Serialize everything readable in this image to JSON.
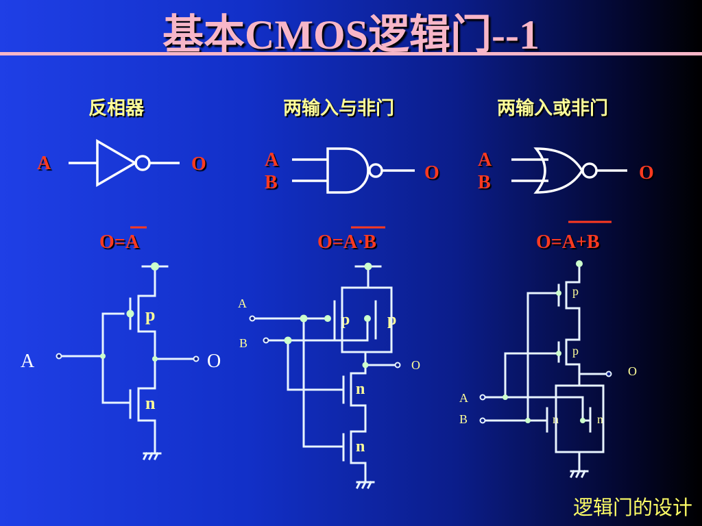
{
  "title": "基本CMOS逻辑门--1",
  "footer": "逻辑门的设计",
  "inverter": {
    "heading": "反相器",
    "in": "A",
    "out": "O",
    "equation": "O=A",
    "circuit": {
      "in": "A",
      "out": "O",
      "pmos": "p",
      "nmos": "n"
    }
  },
  "nand": {
    "heading": "两输入与非门",
    "in_a": "A",
    "in_b": "B",
    "out": "O",
    "equation": "O=A·B",
    "circuit": {
      "in_a": "A",
      "in_b": "B",
      "out": "O",
      "pmos1": "p",
      "pmos2": "p",
      "nmos1": "n",
      "nmos2": "n"
    }
  },
  "nor": {
    "heading": "两输入或非门",
    "in_a": "A",
    "in_b": "B",
    "out": "O",
    "equation": "O=A+B",
    "circuit": {
      "in_a": "A",
      "in_b": "B",
      "out": "O",
      "pmos1": "p",
      "pmos2": "p",
      "nmos1": "n",
      "nmos2": "n"
    }
  },
  "colors": {
    "wire": "#e8f4ff",
    "label": "#ffff99",
    "equation": "#ff3a20",
    "title": "#f7b6c8",
    "node": "#ccffcc"
  }
}
